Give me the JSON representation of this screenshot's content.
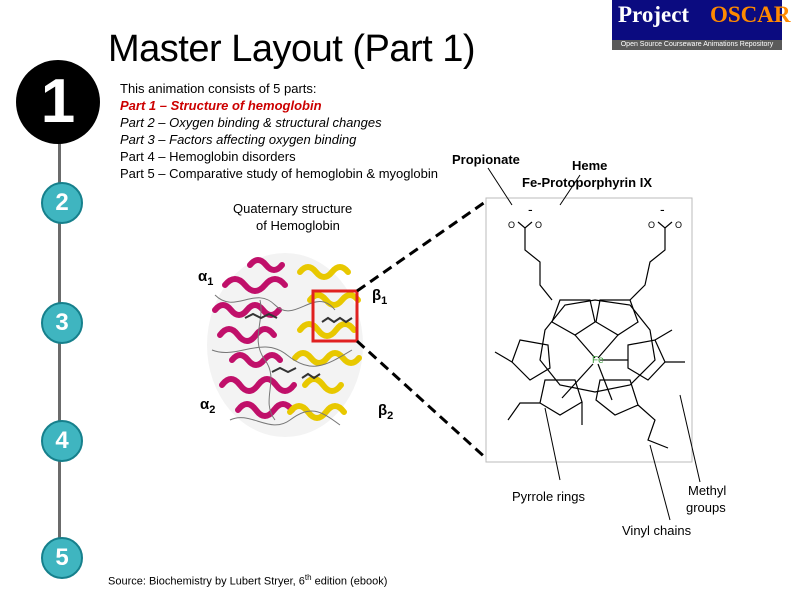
{
  "title": "Master Layout (Part 1)",
  "logo": {
    "word1": "Project",
    "word2": "OSCAR",
    "tagline": "Open Source Courseware Animations Repository"
  },
  "steps": [
    "1",
    "2",
    "3",
    "4",
    "5"
  ],
  "intro": {
    "heading": "This animation consists of  5 parts:",
    "part1": "Part 1 – Structure of hemoglobin",
    "part2": "Part 2 – Oxygen binding & structural changes",
    "part3": "Part 3 – Factors affecting oxygen binding",
    "part4": "Part 4 – Hemoglobin disorders",
    "part5": "Part 5 – Comparative study of hemoglobin & myoglobin"
  },
  "protein": {
    "caption_line1": "Quaternary structure",
    "caption_line2": "of Hemoglobin",
    "alpha1": "α",
    "alpha1_sub": "1",
    "alpha2": "α",
    "alpha2_sub": "2",
    "beta1": "β",
    "beta1_sub": "1",
    "beta2": "β",
    "beta2_sub": "2"
  },
  "heme": {
    "propionate": "Propionate",
    "heme": "Heme",
    "name": "Fe-Protoporphyrin  IX",
    "iron": "Fe",
    "pyrrole": "Pyrrole rings",
    "methyl_line1": "Methyl",
    "methyl_line2": "groups",
    "vinyl": "Vinyl chains"
  },
  "source": {
    "text": "Source: Biochemistry by Lubert Stryer, 6",
    "sup": "th",
    "tail": " edition (ebook)"
  },
  "colors": {
    "alpha_chain": "#c0106a",
    "beta_chain": "#e8c800",
    "step_teal": "#3fb5c0",
    "highlight_box": "#e02020",
    "logo_bg": "#0b0b80",
    "logo_orange": "#ff8a00"
  }
}
